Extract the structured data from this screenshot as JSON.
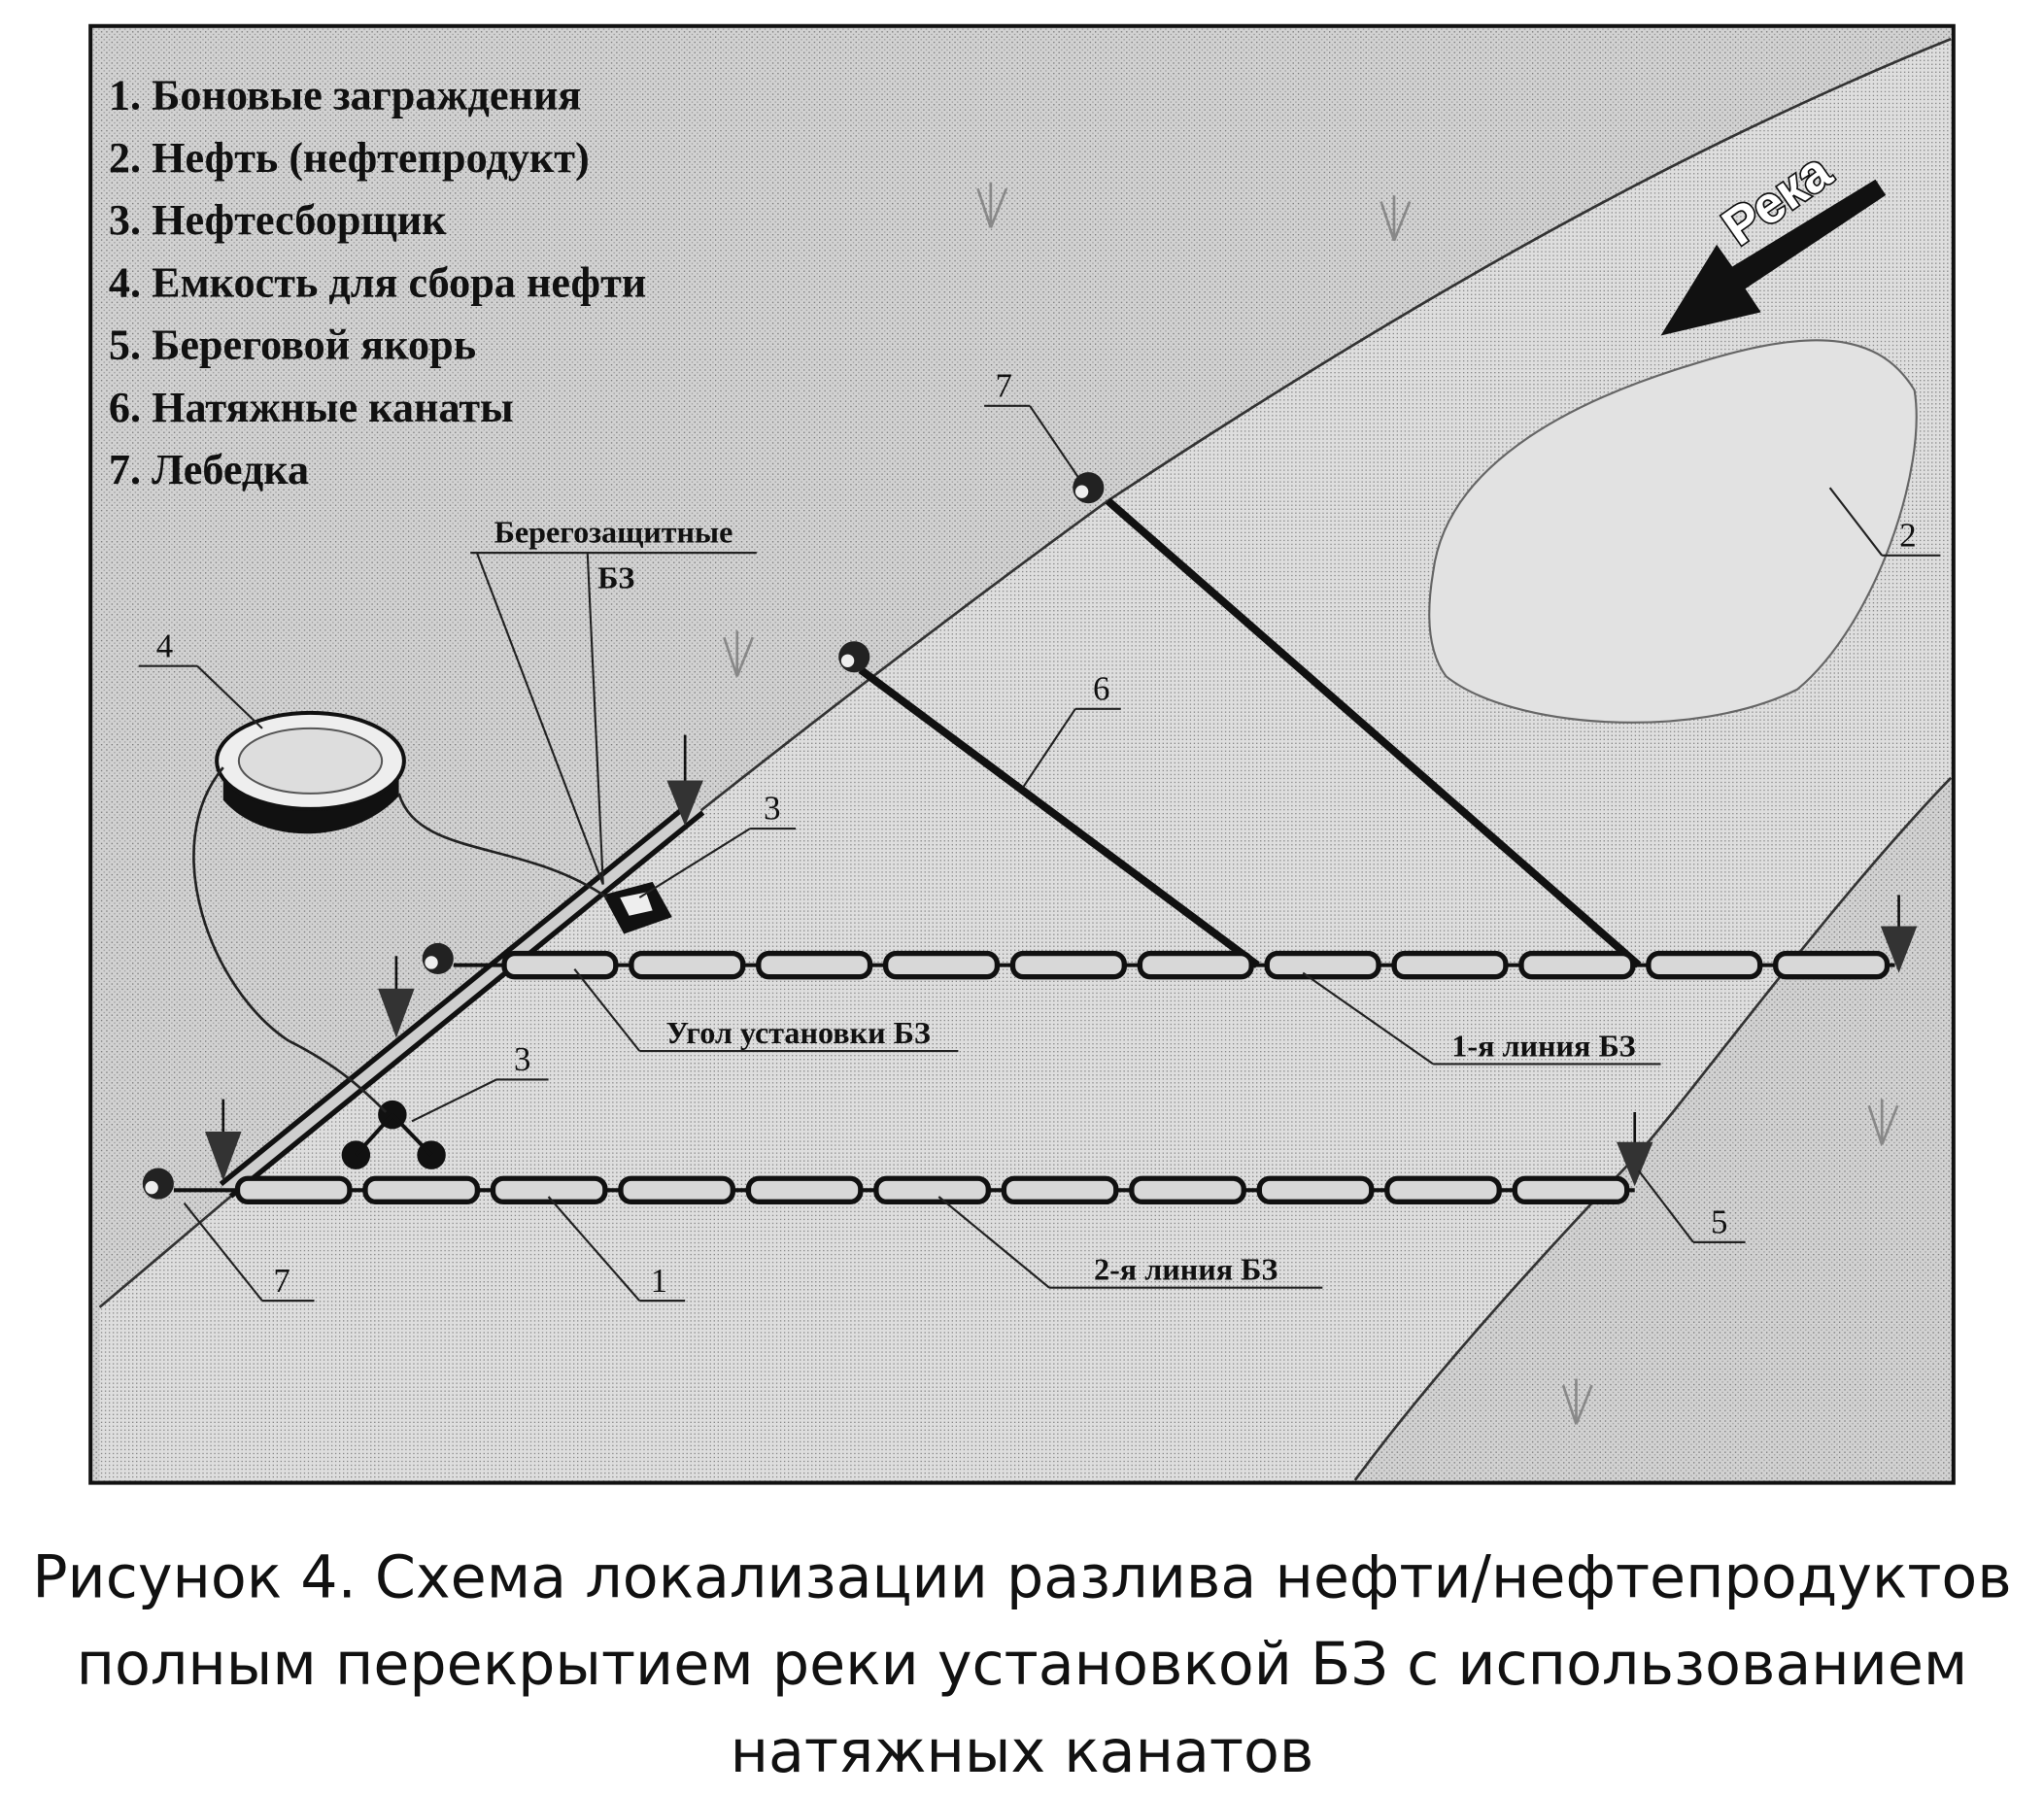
{
  "legend": [
    "1. Боновые заграждения",
    "2. Нефть (нефтепродукт)",
    "3. Нефтесборщик",
    "4. Емкость для сбора нефти",
    "5. Береговой якорь",
    "6. Натяжные канаты",
    "7. Лебедка"
  ],
  "river_label": "Река",
  "labels": {
    "shore_booms_line1": "Берегозащитные",
    "shore_booms_line2": "БЗ",
    "angle": "Угол установки БЗ",
    "line1": "1-я линия БЗ",
    "line2": "2-я линия БЗ"
  },
  "numbers": {
    "boom": "1",
    "oil": "2",
    "skimmer_a": "3",
    "skimmer_b": "3",
    "tank": "4",
    "anchor": "5",
    "ropes": "6",
    "winch_top": "7",
    "winch_bottom": "7"
  },
  "caption": [
    "Рисунок 4. Схема локализации разлива нефти/нефтепродуктов",
    "полным перекрытием реки установкой БЗ с использованием",
    "натяжных канатов"
  ],
  "colors": {
    "land": "#cfcfcf",
    "water": "#dcdcdc",
    "ink": "#111111"
  }
}
